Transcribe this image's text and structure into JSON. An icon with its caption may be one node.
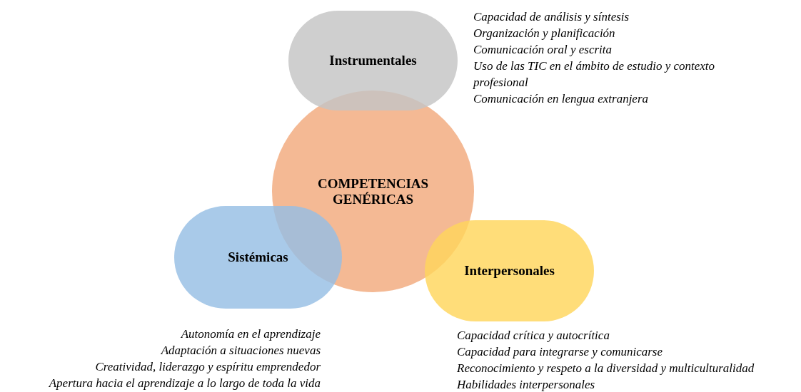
{
  "diagram": {
    "nodes": [
      {
        "text": [
          "COMPETENCIAS GENÉRICAS"
        ]
      },
      {
        "text": [
          "Instrumentales"
        ],
        "beside": [
          "Capacidad de análisis y síntesis",
          "Organización y planificación",
          "Comunicación oral y escrita",
          "Uso de las TIC en el ámbito de estudio y contexto profesional",
          "Comunicación en lengua extranjera"
        ]
      },
      {
        "text": [
          "Sistémicas"
        ],
        "beside": [
          "Autonomía en el aprendizaje",
          "Adaptación a situaciones nuevas",
          "Creatividad, liderazgo y espíritu emprendedor",
          "Apertura hacia el aprendizaje a lo largo de toda la vida"
        ]
      },
      {
        "text": [
          "Interpersonales"
        ],
        "beside": [
          "Capacidad crítica y autocrítica",
          "Capacidad para integrarse y comunicarse",
          "Reconocimiento y respeto a la diversidad y multiculturalidad",
          "Habilidades interpersonales"
        ]
      }
    ]
  }
}
